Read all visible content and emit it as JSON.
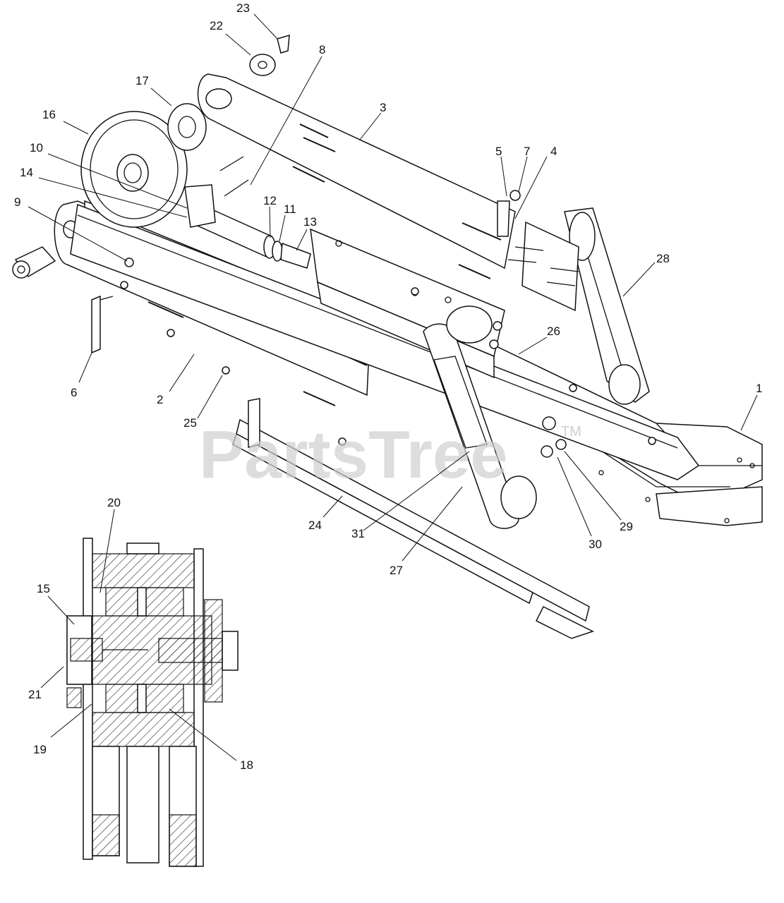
{
  "watermark": {
    "text": "PartsTree",
    "mark": "TM"
  },
  "callouts": [
    {
      "id": "c1",
      "label": "1"
    },
    {
      "id": "c2",
      "label": "2"
    },
    {
      "id": "c3",
      "label": "3"
    },
    {
      "id": "c4",
      "label": "4"
    },
    {
      "id": "c5",
      "label": "5"
    },
    {
      "id": "c6",
      "label": "6"
    },
    {
      "id": "c7",
      "label": "7"
    },
    {
      "id": "c8",
      "label": "8"
    },
    {
      "id": "c9",
      "label": "9"
    },
    {
      "id": "c10",
      "label": "10"
    },
    {
      "id": "c11",
      "label": "11"
    },
    {
      "id": "c12",
      "label": "12"
    },
    {
      "id": "c13",
      "label": "13"
    },
    {
      "id": "c14",
      "label": "14"
    },
    {
      "id": "c15",
      "label": "15"
    },
    {
      "id": "c16",
      "label": "16"
    },
    {
      "id": "c17",
      "label": "17"
    },
    {
      "id": "c18",
      "label": "18"
    },
    {
      "id": "c19",
      "label": "19"
    },
    {
      "id": "c20",
      "label": "20"
    },
    {
      "id": "c21",
      "label": "21"
    },
    {
      "id": "c22",
      "label": "22"
    },
    {
      "id": "c23",
      "label": "23"
    },
    {
      "id": "c24",
      "label": "24"
    },
    {
      "id": "c25",
      "label": "25"
    },
    {
      "id": "c26",
      "label": "26"
    },
    {
      "id": "c27",
      "label": "27"
    },
    {
      "id": "c28",
      "label": "28"
    },
    {
      "id": "c29",
      "label": "29"
    },
    {
      "id": "c30",
      "label": "30"
    },
    {
      "id": "c31",
      "label": "31"
    }
  ]
}
